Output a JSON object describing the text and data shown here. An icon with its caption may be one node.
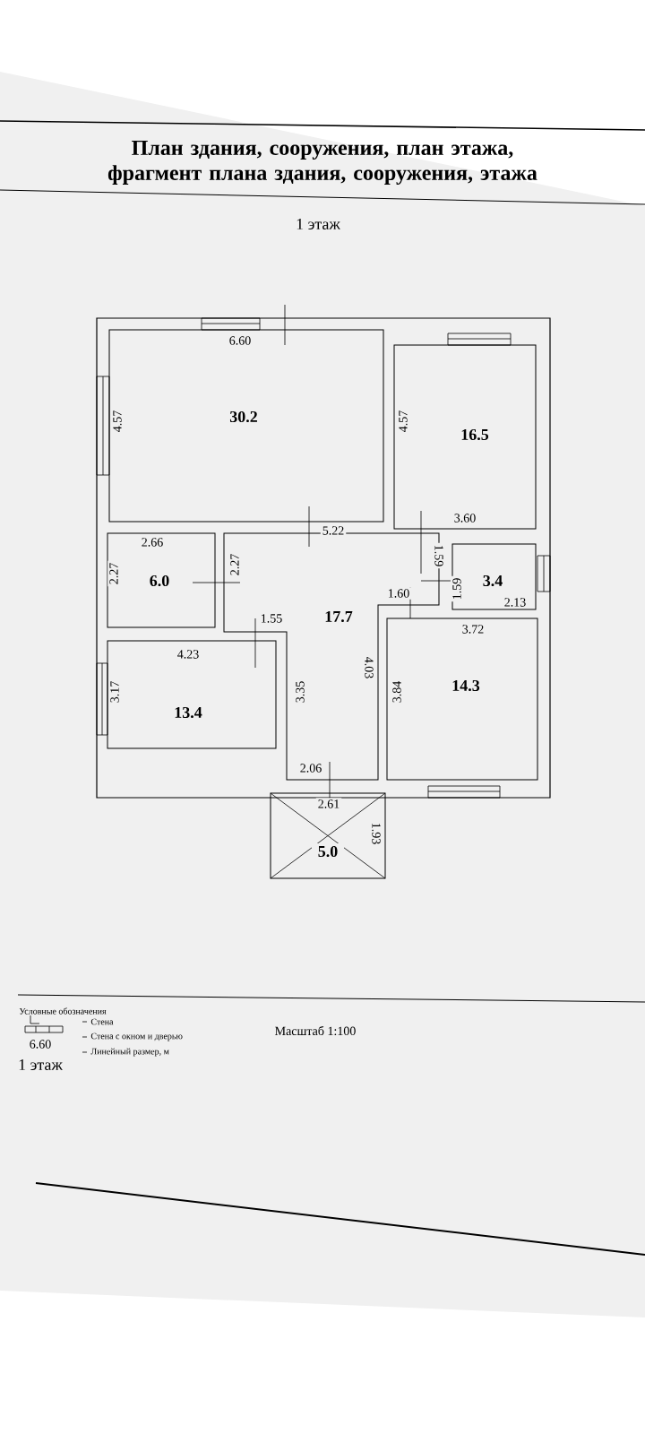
{
  "diagram": {
    "title": "План здания, сооружения, план этажа, фрагмент плана здания, сооружения, этажа",
    "nodes": [
      {
        "text": [
          "30.2"
        ]
      },
      {
        "text": [
          "16.5"
        ]
      },
      {
        "text": [
          "6.0"
        ]
      },
      {
        "text": [
          "17.7"
        ]
      },
      {
        "text": [
          "3.4"
        ]
      },
      {
        "text": [
          "13.4"
        ]
      },
      {
        "text": [
          "14.3"
        ]
      },
      {
        "text": [
          "5.0"
        ]
      }
    ],
    "labels": [
      "1 этаж",
      "6.60",
      "4.57",
      "4.57",
      "3.60",
      "2.66",
      "5.22",
      "2.27",
      "2.27",
      "1.59",
      "1.59",
      "1.60",
      "2.13",
      "1.55",
      "3.72",
      "4.23",
      "4.03",
      "3.17",
      "3.35",
      "3.84",
      "2.06",
      "2.61",
      "1.93",
      "Условные обозначения",
      "6.60",
      "1 этаж",
      "Масштаб 1:100"
    ],
    "legend": [
      {
        "text": "Стена"
      },
      {
        "text": "Стена с окном и дверью"
      },
      {
        "text": "Линейный размер, м"
      }
    ]
  }
}
